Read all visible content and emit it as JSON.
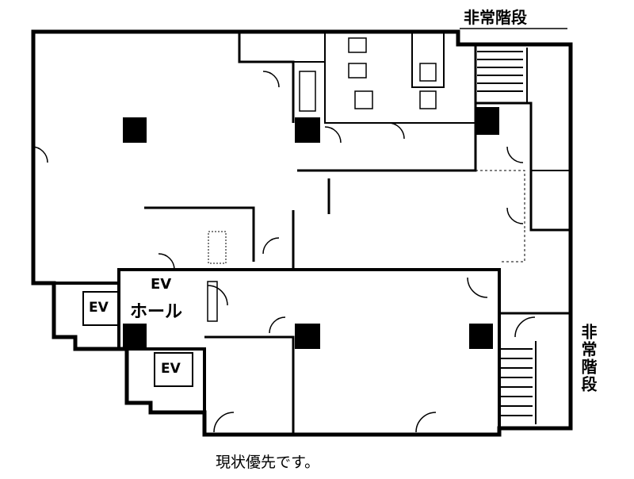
{
  "labels": {
    "emergency_stairs_top": "非常階段",
    "emergency_stairs_right": "非常階段",
    "ev_hall_line1": "EV",
    "ev_hall_line2": "ホール",
    "elevator_1": "EV",
    "elevator_2": "EV",
    "note": "現状優先です。"
  }
}
